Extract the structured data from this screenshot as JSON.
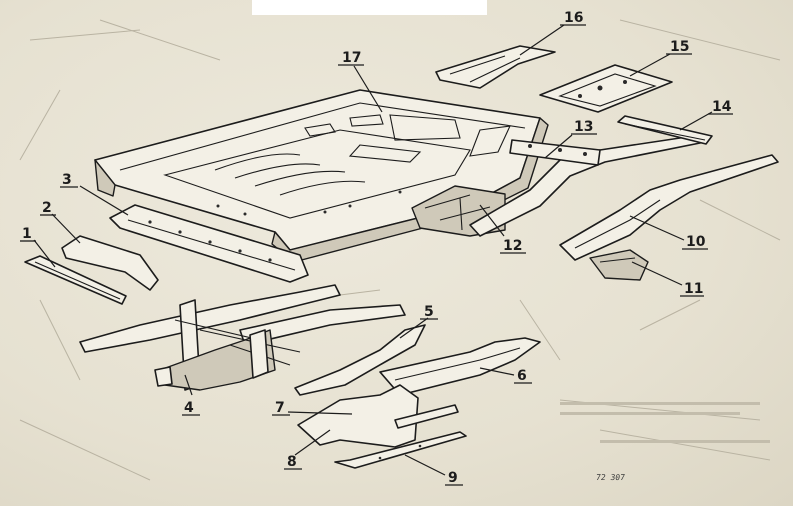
{
  "diagram": {
    "ref_code": "72 307",
    "callouts": [
      {
        "id": "1",
        "label": "1"
      },
      {
        "id": "2",
        "label": "2"
      },
      {
        "id": "3",
        "label": "3"
      },
      {
        "id": "4",
        "label": "4"
      },
      {
        "id": "5",
        "label": "5"
      },
      {
        "id": "6",
        "label": "6"
      },
      {
        "id": "7",
        "label": "7"
      },
      {
        "id": "8",
        "label": "8"
      },
      {
        "id": "9",
        "label": "9"
      },
      {
        "id": "10",
        "label": "10"
      },
      {
        "id": "11",
        "label": "11"
      },
      {
        "id": "12",
        "label": "12"
      },
      {
        "id": "13",
        "label": "13"
      },
      {
        "id": "14",
        "label": "14"
      },
      {
        "id": "15",
        "label": "15"
      },
      {
        "id": "16",
        "label": "16"
      },
      {
        "id": "17",
        "label": "17"
      }
    ]
  }
}
